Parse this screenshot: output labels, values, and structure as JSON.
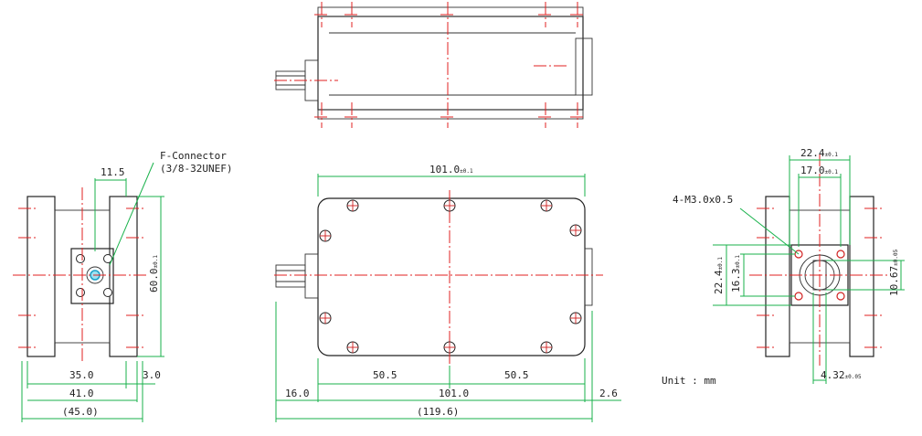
{
  "title": "",
  "labels": {
    "connector": "F-Connector",
    "connector_thread": "(3/8-32UNEF)",
    "holes": "4-M3.0x0.5",
    "unit": "Unit :  mm"
  },
  "dims": {
    "side_top_width": "11.5",
    "side_height": "60.0",
    "side_height_tol": "±0.1",
    "side_35": "35.0",
    "side_3": "3.0",
    "side_41": "41.0",
    "side_45": "(45.0)",
    "front_overall": "101.0",
    "front_overall_tol": "±0.1",
    "front_half_left": "50.5",
    "front_half_right": "50.5",
    "front_left_ext": "16.0",
    "front_body": "101.0",
    "front_right_ext": "2.6",
    "front_total": "(119.6)",
    "flange_outer": "22.4",
    "flange_outer_tol": "±0.1",
    "flange_inner": "17.0",
    "flange_inner_tol": "±0.1",
    "flange_vert_outer": "22.4",
    "flange_vert_outer_tol": "±0.1",
    "flange_vert_inner": "16.3",
    "flange_vert_inner_tol": "±0.1",
    "flange_slot_h": "10.67",
    "flange_slot_h_tol": "±0.05",
    "flange_slot_w": "4.32",
    "flange_slot_w_tol": "±0.05"
  }
}
